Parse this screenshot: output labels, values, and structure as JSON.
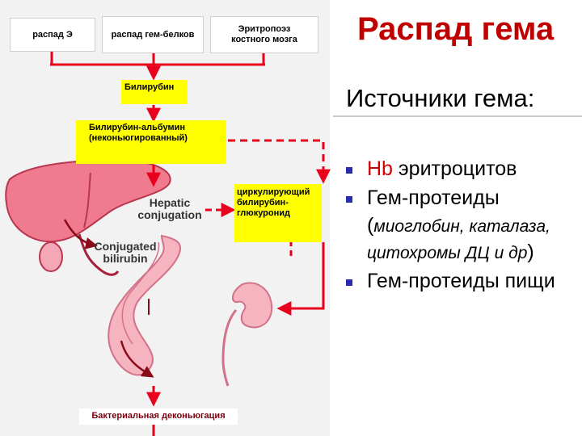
{
  "diagram": {
    "box_red_cell_breakdown": "распад Э",
    "box_heme_protein_breakdown": "распад гем-белков",
    "box_erythropoiesis": "Эритропоэз\nкостного мозга",
    "label_bilirubin": "Билирубин",
    "label_bilirubin_albumin": "Билирубин-альбумин\n(неконьюгированный)",
    "label_circulating_glucuronide": "циркулирующий\nбилирубин-\nглюкуронид",
    "label_hepatic_conjugation": "Hepatic\nconjugation",
    "label_conjugated_bilirubin": "Conjugated\nbilirubin",
    "label_bacterial_deconjugation": "Бактериальная деконьюгация"
  },
  "slide": {
    "title": "Распад гема",
    "subtitle": "Источники гема:",
    "bullets": {
      "b1_accent": "Hb",
      "b1_rest": " эритроцитов",
      "b2_main": "Гем-протеиды",
      "b2_open": "(",
      "b2_italic": "миоглобин, каталаза, цитохромы ДЦ и др",
      "b2_close": ")",
      "b3": "Гем-протеиды пищи"
    }
  },
  "colors": {
    "arrow_red": "#e8001c",
    "highlight_yellow": "#ffff00",
    "title_red": "#c00000",
    "bullet_blue": "#2b2bb0",
    "liver_pink": "#f07a8e",
    "intestine_pink": "#f6b3c0"
  }
}
